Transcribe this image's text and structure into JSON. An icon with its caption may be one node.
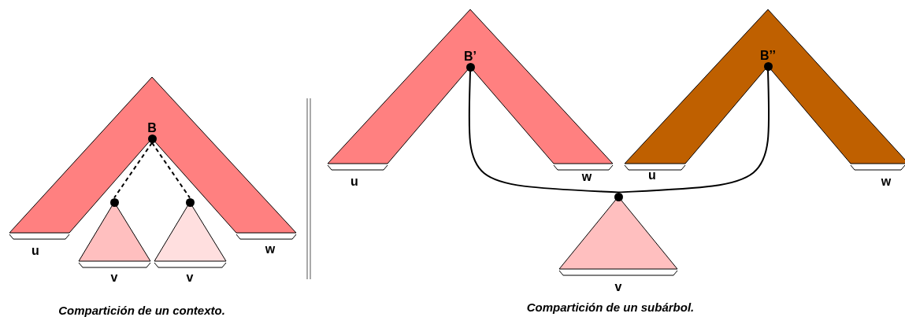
{
  "diagram": {
    "nodes": [
      {
        "text": [
          "B"
        ]
      },
      {
        "text": [],
        "shape": "circle"
      },
      {
        "text": [],
        "shape": "circle"
      },
      {
        "text": [
          "B’"
        ]
      },
      {
        "text": [
          "B’’"
        ]
      },
      {
        "text": [],
        "shape": "circle"
      }
    ],
    "edges": [
      {
        "from": 0,
        "to": 1,
        "arrow": "none",
        "style": "dashed"
      },
      {
        "from": 0,
        "to": 2,
        "arrow": "none",
        "style": "dashed"
      },
      {
        "from": 3,
        "to": 5,
        "arrow": "none"
      },
      {
        "from": 4,
        "to": 5,
        "arrow": "none"
      }
    ],
    "labels": [
      "u",
      "w",
      "v",
      "v",
      "Compartición de un contexto.",
      "u",
      "w",
      "u",
      "w",
      "v",
      "Compartición de un subárbol."
    ]
  }
}
